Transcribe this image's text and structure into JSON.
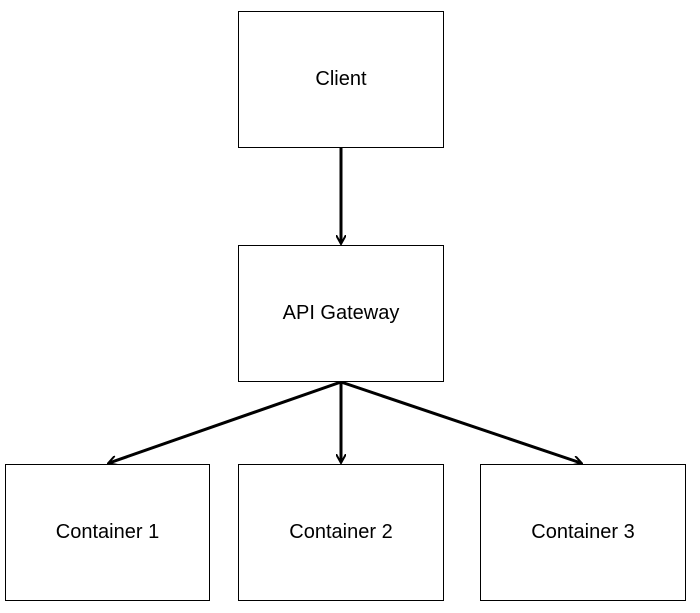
{
  "diagram": {
    "nodes": [
      {
        "id": "client",
        "label": "Client"
      },
      {
        "id": "gateway",
        "label": "API Gateway"
      },
      {
        "id": "container1",
        "label": "Container 1"
      },
      {
        "id": "container2",
        "label": "Container 2"
      },
      {
        "id": "container3",
        "label": "Container 3"
      }
    ],
    "edges": [
      {
        "from": "client",
        "to": "gateway"
      },
      {
        "from": "gateway",
        "to": "container1"
      },
      {
        "from": "gateway",
        "to": "container2"
      },
      {
        "from": "gateway",
        "to": "container3"
      }
    ],
    "colors": {
      "stroke": "#000000",
      "fill": "#ffffff",
      "text": "#000000"
    }
  }
}
